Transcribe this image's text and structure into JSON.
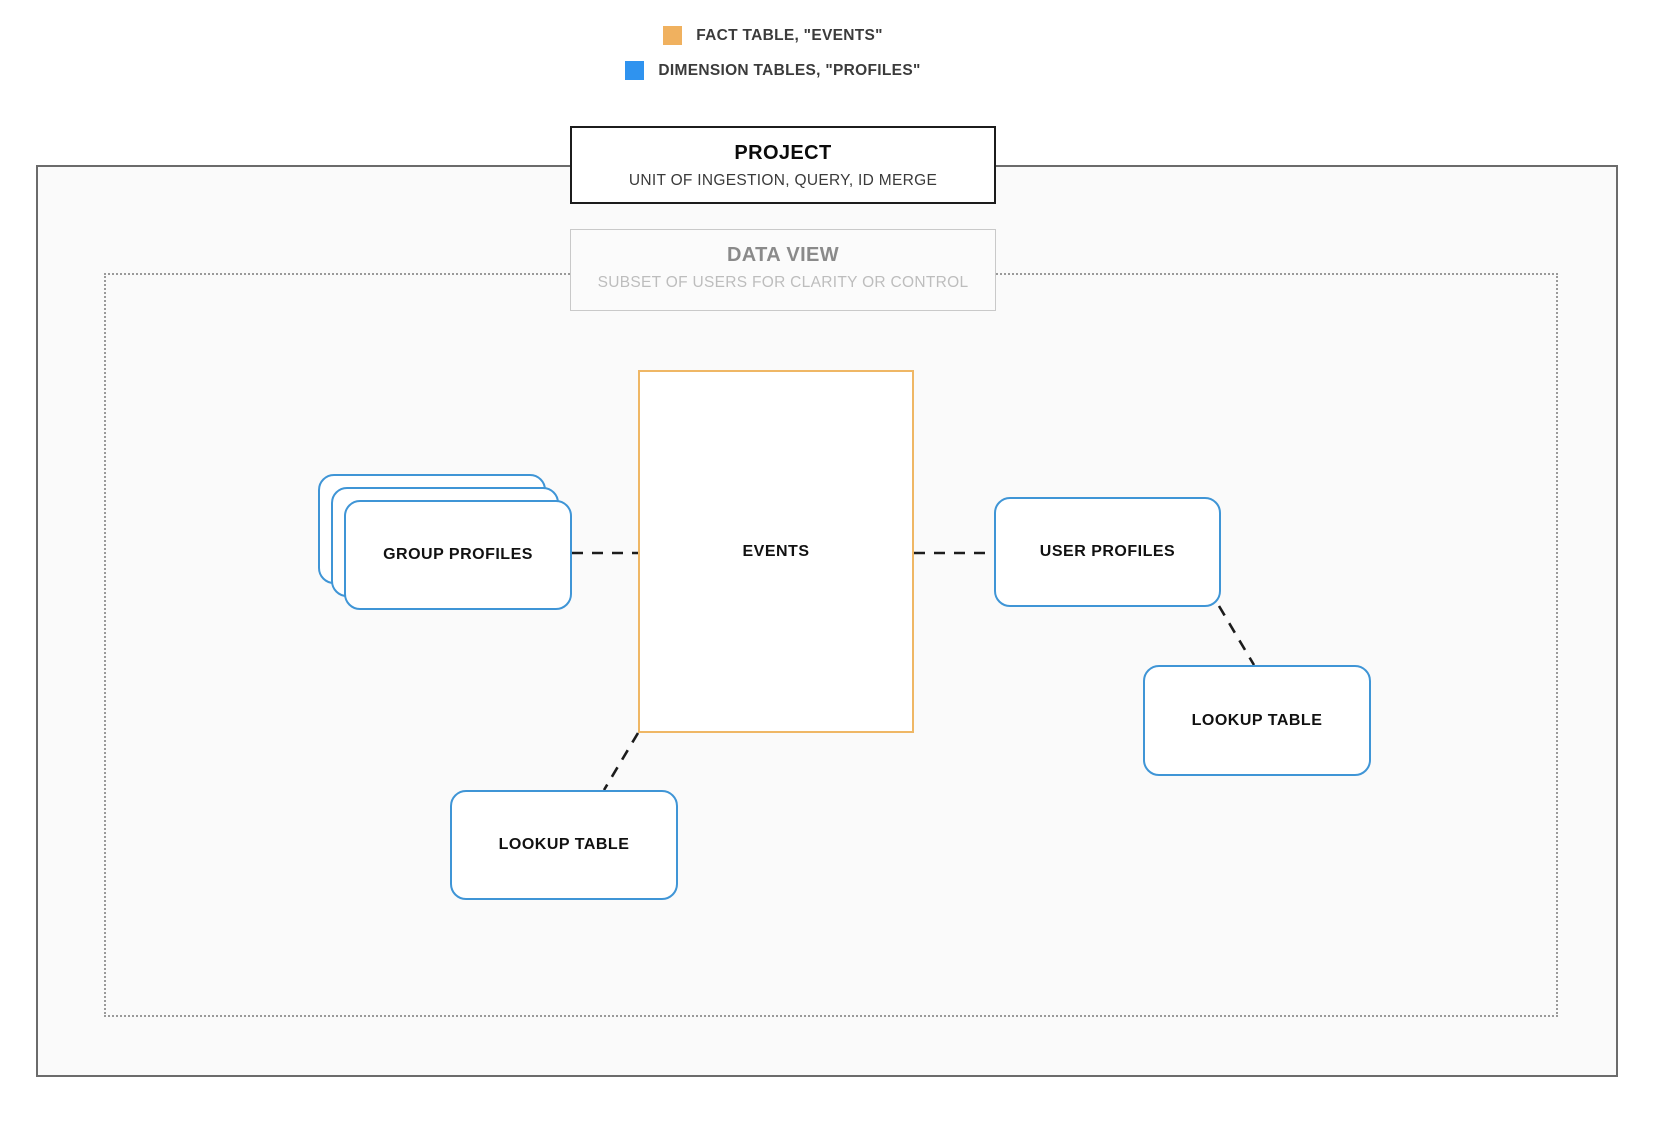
{
  "legend": {
    "items": [
      {
        "label": "FACT TABLE, \"EVENTS\"",
        "color": "#f0b15f",
        "icon": "orange-square-swatch"
      },
      {
        "label": "DIMENSION TABLES, \"PROFILES\"",
        "color": "#2f93ef",
        "icon": "blue-square-swatch"
      }
    ]
  },
  "project": {
    "title": "PROJECT",
    "subtitle": "UNIT OF INGESTION, QUERY, ID MERGE"
  },
  "data_view": {
    "title": "DATA VIEW",
    "subtitle": "SUBSET OF USERS FOR CLARITY OR CONTROL"
  },
  "nodes": {
    "events": {
      "label": "EVENTS",
      "type": "fact-table",
      "color": "#efb765"
    },
    "group_profiles": {
      "label": "GROUP PROFILES",
      "type": "dimension-table-stack",
      "color": "#3f95d6",
      "stack_count": 3
    },
    "user_profiles": {
      "label": "USER PROFILES",
      "type": "dimension-table",
      "color": "#3f95d6"
    },
    "lookup_table_left": {
      "label": "LOOKUP TABLE",
      "type": "lookup-table",
      "color": "#3f95d6"
    },
    "lookup_table_right": {
      "label": "LOOKUP TABLE",
      "type": "lookup-table",
      "color": "#3f95d6"
    }
  },
  "connectors": [
    {
      "from": "group-profiles",
      "to": "events",
      "style": "dashed"
    },
    {
      "from": "events",
      "to": "user-profiles",
      "style": "dashed"
    },
    {
      "from": "events",
      "to": "lookup-table-left",
      "style": "dashed"
    },
    {
      "from": "user-profiles",
      "to": "lookup-table-right",
      "style": "dashed"
    }
  ],
  "colors": {
    "fact": "#efb765",
    "dimension": "#3f95d6",
    "project_border": "#1c1c1c",
    "dataview_border": "#c9c9c9",
    "frame_fill": "#fafafa"
  }
}
